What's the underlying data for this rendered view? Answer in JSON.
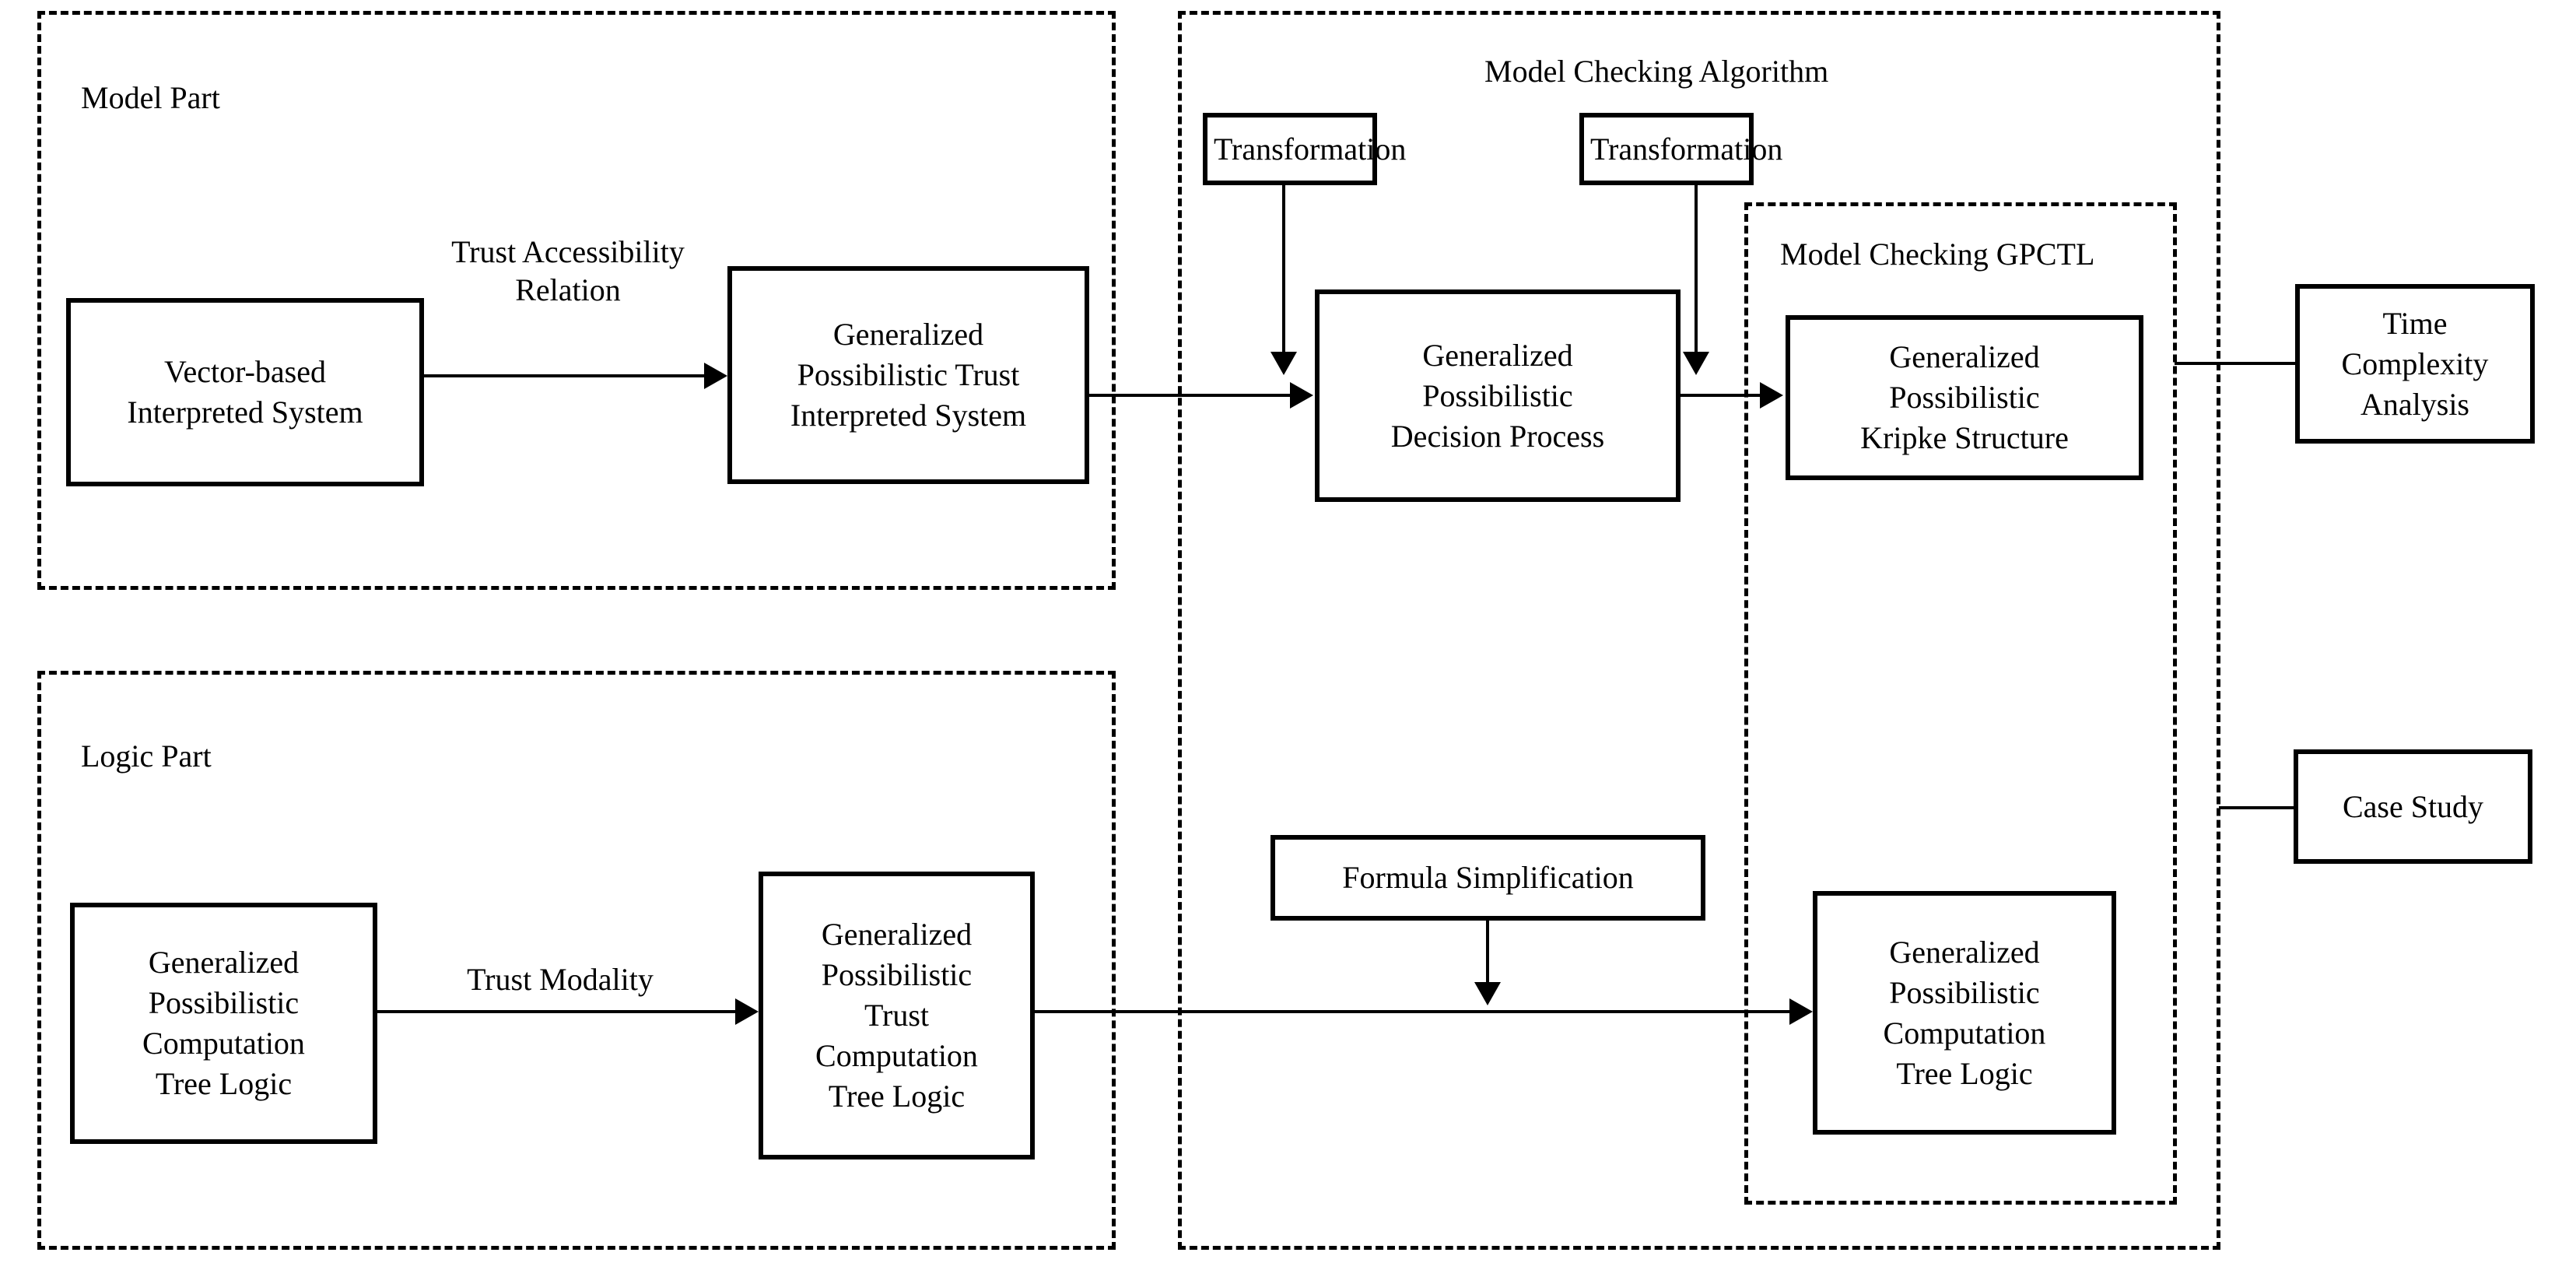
{
  "diagram": {
    "groups": [
      {
        "id": "model-part",
        "label": "Model Part"
      },
      {
        "id": "logic-part",
        "label": "Logic Part"
      },
      {
        "id": "mc-algorithm",
        "label": "Model Checking Algorithm"
      },
      {
        "id": "mc-gpctl",
        "label": "Model Checking GPCTL"
      }
    ],
    "nodes": [
      {
        "id": "vector-based-interpreted-system",
        "lines": [
          "Vector-based",
          "Interpreted System"
        ]
      },
      {
        "id": "gp-trust-interpreted-system",
        "lines": [
          "Generalized",
          "Possibilistic Trust",
          "Interpreted System"
        ]
      },
      {
        "id": "transformation-1",
        "lines": [
          "Transformation"
        ]
      },
      {
        "id": "transformation-2",
        "lines": [
          "Transformation"
        ]
      },
      {
        "id": "gp-decision-process",
        "lines": [
          "Generalized",
          "Possibilistic",
          "Decision Process"
        ]
      },
      {
        "id": "gp-kripke-structure",
        "lines": [
          "Generalized",
          "Possibilistic",
          "Kripke Structure"
        ]
      },
      {
        "id": "time-complexity-analysis",
        "lines": [
          "Time",
          "Complexity",
          "Analysis"
        ]
      },
      {
        "id": "gp-computation-tree-logic",
        "lines": [
          "Generalized",
          "Possibilistic",
          "Computation",
          "Tree Logic"
        ]
      },
      {
        "id": "gp-trust-computation-tree-logic",
        "lines": [
          "Generalized",
          "Possibilistic",
          "Trust",
          "Computation",
          "Tree Logic"
        ]
      },
      {
        "id": "formula-simplification",
        "lines": [
          "Formula Simplification"
        ]
      },
      {
        "id": "gp-computation-tree-logic-out",
        "lines": [
          "Generalized",
          "Possibilistic",
          "Computation",
          "Tree Logic"
        ]
      },
      {
        "id": "case-study",
        "lines": [
          "Case Study"
        ]
      }
    ],
    "edge_labels": [
      {
        "id": "trust-accessibility-relation",
        "text": "Trust Accessibility\nRelation"
      },
      {
        "id": "trust-modality",
        "text": "Trust Modality"
      }
    ],
    "colors": {
      "stroke": "#000000",
      "background": "#ffffff"
    }
  }
}
